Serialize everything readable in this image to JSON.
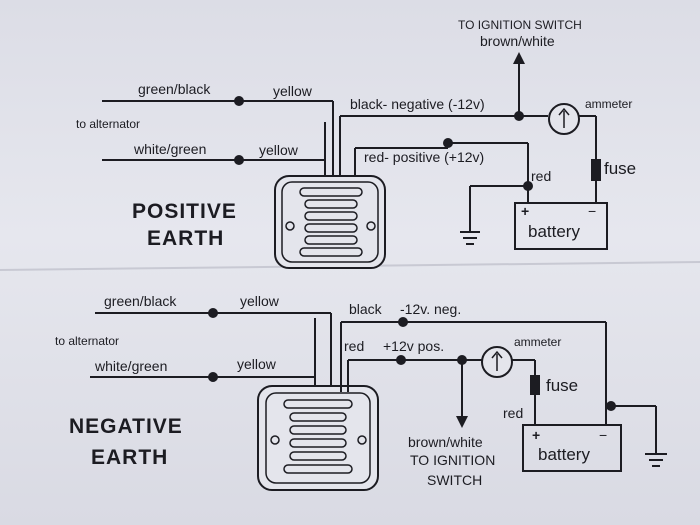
{
  "positive": {
    "title_line1": "POSITIVE",
    "title_line2": "EARTH",
    "to_ignition_line1": "TO IGNITION SWITCH",
    "to_ignition_line2": "brown/white",
    "green_black": "green/black",
    "yellow_top": "yellow",
    "to_alternator": "to alternator",
    "white_green": "white/green",
    "yellow_bottom": "yellow",
    "black_negative": "black- negative (-12v)",
    "red_positive": "red- positive (+12v)",
    "ammeter": "ammeter",
    "fuse": "fuse",
    "red": "red",
    "battery": "battery",
    "plus": "+",
    "minus": "−"
  },
  "negative": {
    "title_line1": "NEGATIVE",
    "title_line2": "EARTH",
    "green_black": "green/black",
    "yellow_top": "yellow",
    "to_alternator": "to alternator",
    "white_green": "white/green",
    "yellow_bottom": "yellow",
    "black": "black",
    "neg_12v": "-12v. neg.",
    "red": "red",
    "pos_12v": "+12v pos.",
    "ammeter": "ammeter",
    "fuse": "fuse",
    "red_fuse": "red",
    "battery": "battery",
    "plus": "+",
    "minus": "−",
    "brown_white": "brown/white",
    "to_ignition": "TO IGNITION",
    "switch": "SWITCH"
  }
}
